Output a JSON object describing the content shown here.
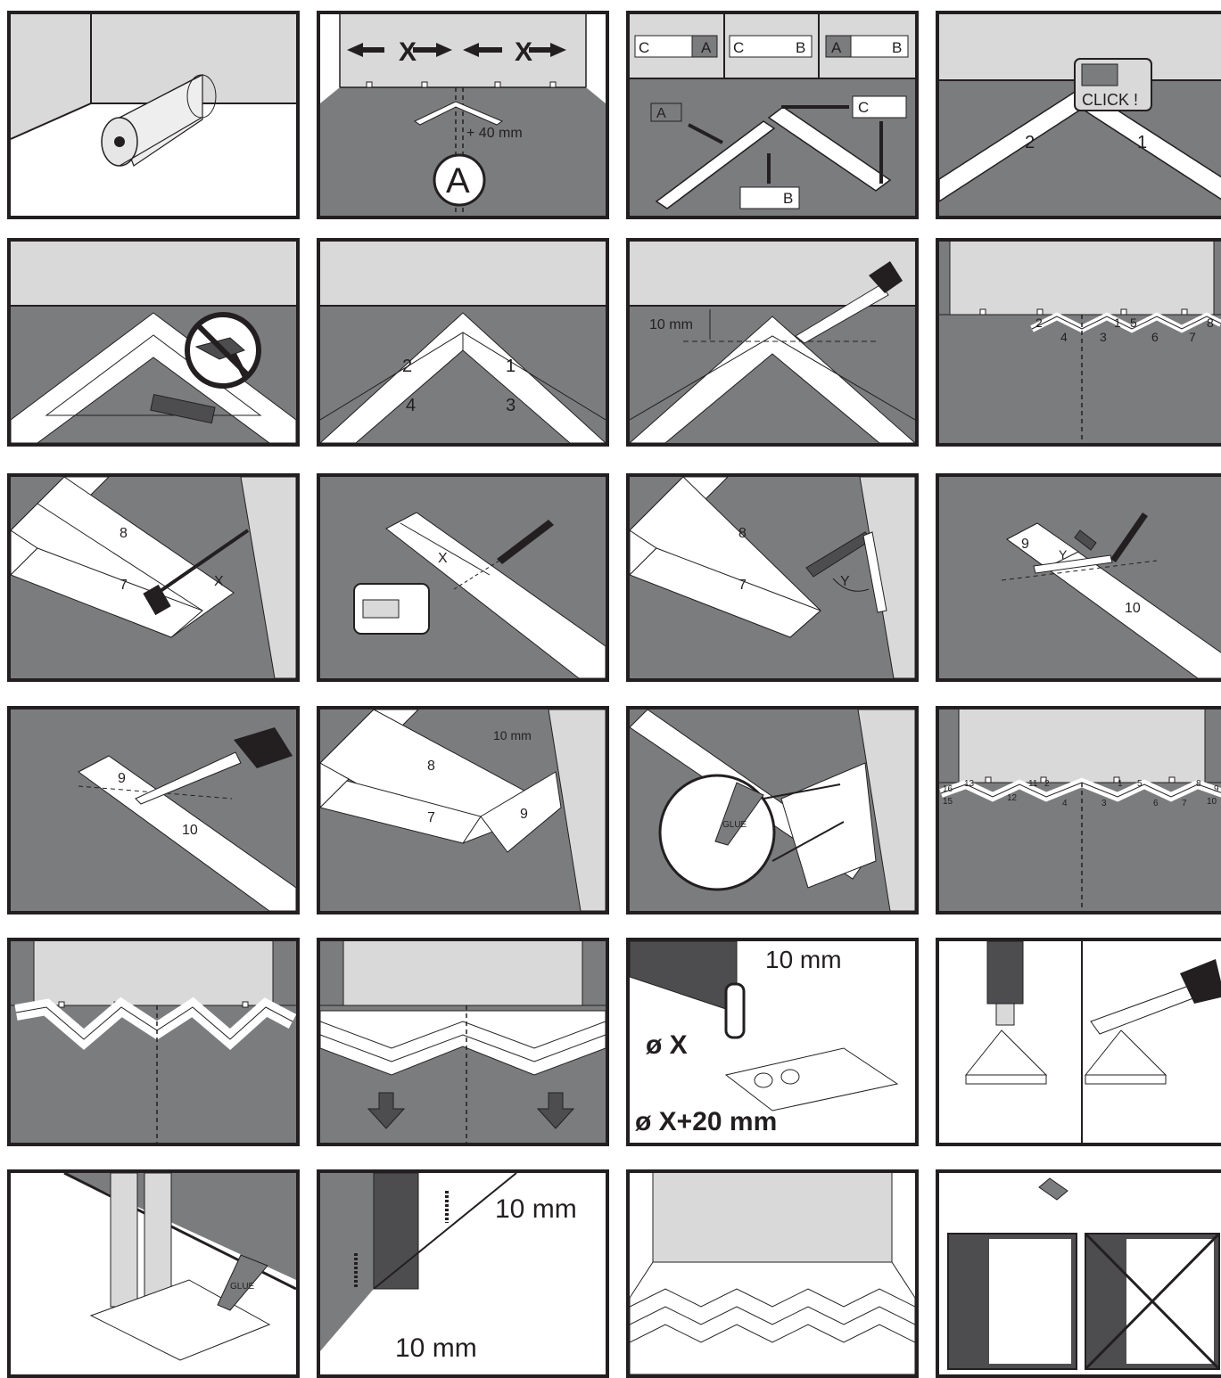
{
  "colors": {
    "frame": "#231f20",
    "floor": "#7b7c7e",
    "wall": "#d9d9da",
    "board": "#ffffff",
    "dark": "#4d4d4f"
  },
  "panels": {
    "p1": {
      "label": ""
    },
    "p2": {
      "x1": "X",
      "x2": "X",
      "gap": "+ 40 mm",
      "marker": "A"
    },
    "p3": {
      "tab1_l": "C",
      "tab1_r": "A",
      "tab2_l": "C",
      "tab2_r": "B",
      "tab3_l": "A",
      "tab3_r": "B",
      "lbl_a": "A",
      "lbl_c": "C",
      "lbl_b": "B"
    },
    "p4": {
      "click": "CLICK !",
      "n2": "2",
      "n1": "1"
    },
    "p5": {
      "label": ""
    },
    "p6": {
      "n2": "2",
      "n1": "1",
      "n4": "4",
      "n3": "3"
    },
    "p7": {
      "dim": "10 mm"
    },
    "p8": {
      "nums": [
        "2",
        "4",
        "3",
        "1",
        "5",
        "6",
        "7",
        "8"
      ]
    },
    "p9": {
      "n8": "8",
      "n7": "7",
      "x": "X"
    },
    "p10": {
      "x": "X"
    },
    "p11": {
      "n8": "8",
      "n7": "7",
      "y": "Y"
    },
    "p12": {
      "n9": "9",
      "y": "Y",
      "n10": "10"
    },
    "p13": {
      "n9": "9",
      "n10": "10"
    },
    "p14": {
      "dim": "10 mm",
      "n8": "8",
      "n7": "7",
      "n9": "9"
    },
    "p15": {
      "glue": "GLUE"
    },
    "p16": {
      "nums": [
        "16",
        "15",
        "13",
        "12",
        "11",
        "2",
        "4",
        "3",
        "1",
        "5",
        "6",
        "7",
        "8",
        "9",
        "10"
      ]
    },
    "p17": {
      "label": ""
    },
    "p18": {
      "label": ""
    },
    "p19": {
      "dim": "10 mm",
      "dx": "ø X",
      "dx20": "ø X+20 mm"
    },
    "p20": {
      "label": ""
    },
    "p21": {
      "glue": "GLUE"
    },
    "p22": {
      "dim_top": "10 mm",
      "dim_bottom": "10 mm"
    },
    "p23": {
      "label": ""
    },
    "p24": {
      "label": ""
    }
  }
}
